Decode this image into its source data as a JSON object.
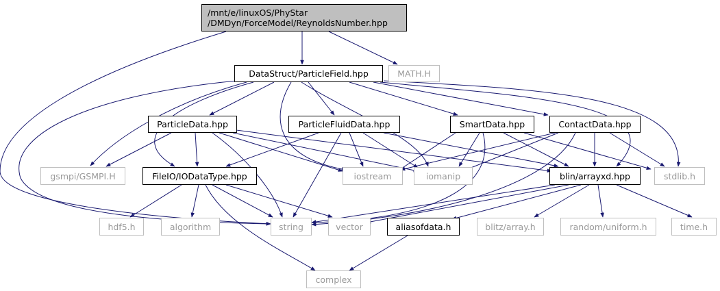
{
  "diagram": {
    "root": {
      "line1": "/mnt/e/linuxOS/PhyStar",
      "line2": "/DMDyn/ForceModel/ReynoldsNumber.hpp"
    },
    "nodes": {
      "particlefield": "DataStruct/ParticleField.hpp",
      "math": "MATH.H",
      "particledata": "ParticleData.hpp",
      "particlefluiddata": "ParticleFluidData.hpp",
      "smartdata": "SmartData.hpp",
      "contactdata": "ContactData.hpp",
      "gsmpi": "gsmpi/GSMPI.H",
      "iodatatype": "FileIO/IODataType.hpp",
      "iostream": "iostream",
      "iomanip": "iomanip",
      "arrayxd": "blin/arrayxd.hpp",
      "stdlib": "stdlib.h",
      "hdf5": "hdf5.h",
      "algorithm": "algorithm",
      "string": "string",
      "vector": "vector",
      "aliasofdata": "aliasofdata.h",
      "blitzarray": "blitz/array.h",
      "random": "random/uniform.h",
      "time": "time.h",
      "complex": "complex"
    },
    "colors": {
      "edge": "#191970",
      "root_fill": "#bfbfbf",
      "external_border": "#bfbfbf",
      "external_text": "#9a9a9a"
    }
  }
}
